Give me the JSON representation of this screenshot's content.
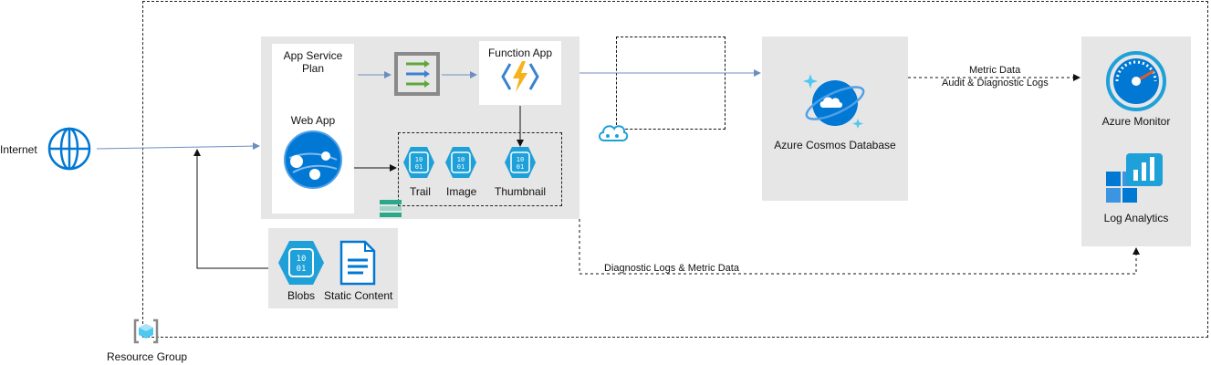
{
  "internet": {
    "label": "Internet"
  },
  "app_service_plan": {
    "label": "App Service Plan"
  },
  "web_app": {
    "label": "Web App"
  },
  "function_app": {
    "label": "Function App"
  },
  "containers": {
    "trail": "Trail",
    "image": "Image",
    "thumbnail": "Thumbnail",
    "trail_bits": "10\n01"
  },
  "storage": {
    "blobs": "Blobs",
    "static_content": "Static Content"
  },
  "cosmos": {
    "label": "Azure Cosmos Database"
  },
  "monitor": {
    "azure_monitor": "Azure Monitor",
    "log_analytics": "Log Analytics"
  },
  "edges": {
    "metric_data": "Metric Data",
    "audit_logs": "Audit & Diagnostic Logs",
    "diag_metric": "Diagnostic Logs & Metric Data"
  },
  "resource_group": {
    "label": "Resource Group"
  },
  "colors": {
    "azure_blue": "#0078d4",
    "panel_grey": "#e6e6e6",
    "arrow_blue": "#6c8ebf"
  }
}
